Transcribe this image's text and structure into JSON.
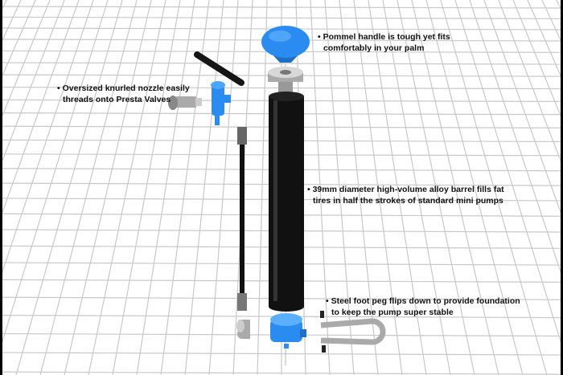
{
  "callouts": {
    "pommel": {
      "line1": "• Pommel handle is tough yet fits",
      "line2": "comfortably in your palm"
    },
    "nozzle": {
      "line1": "• Oversized knurled nozzle easily",
      "line2": "threads onto Presta Valves"
    },
    "barrel": {
      "line1": "• 39mm diameter high-volume alloy barrel fills fat",
      "line2": "tires in half the strokes of standard mini pumps"
    },
    "footpeg": {
      "line1": "• Steel foot peg flips down to provide foundation",
      "line2": "to keep the pump super stable"
    }
  },
  "colors": {
    "accent_blue": "#2a8cf0",
    "barrel_black": "#111111",
    "metal_gray": "#b8b8b8",
    "grid": "#c8c8c8"
  }
}
